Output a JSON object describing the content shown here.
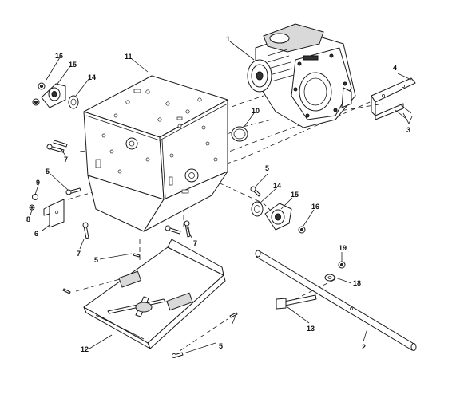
{
  "callouts": {
    "c1": "1",
    "c2": "2",
    "c3": "3",
    "c4": "4",
    "c5a": "5",
    "c5b": "5",
    "c5c": "5",
    "c5d": "5",
    "c6": "6",
    "c7a": "7",
    "c7b": "7",
    "c7c": "7",
    "c8": "8",
    "c9": "9",
    "c10": "10",
    "c11": "11",
    "c12": "12",
    "c13": "13",
    "c14a": "14",
    "c14b": "14",
    "c15a": "15",
    "c15b": "15",
    "c16a": "16",
    "c16b": "16",
    "c18": "18",
    "c19": "19"
  }
}
